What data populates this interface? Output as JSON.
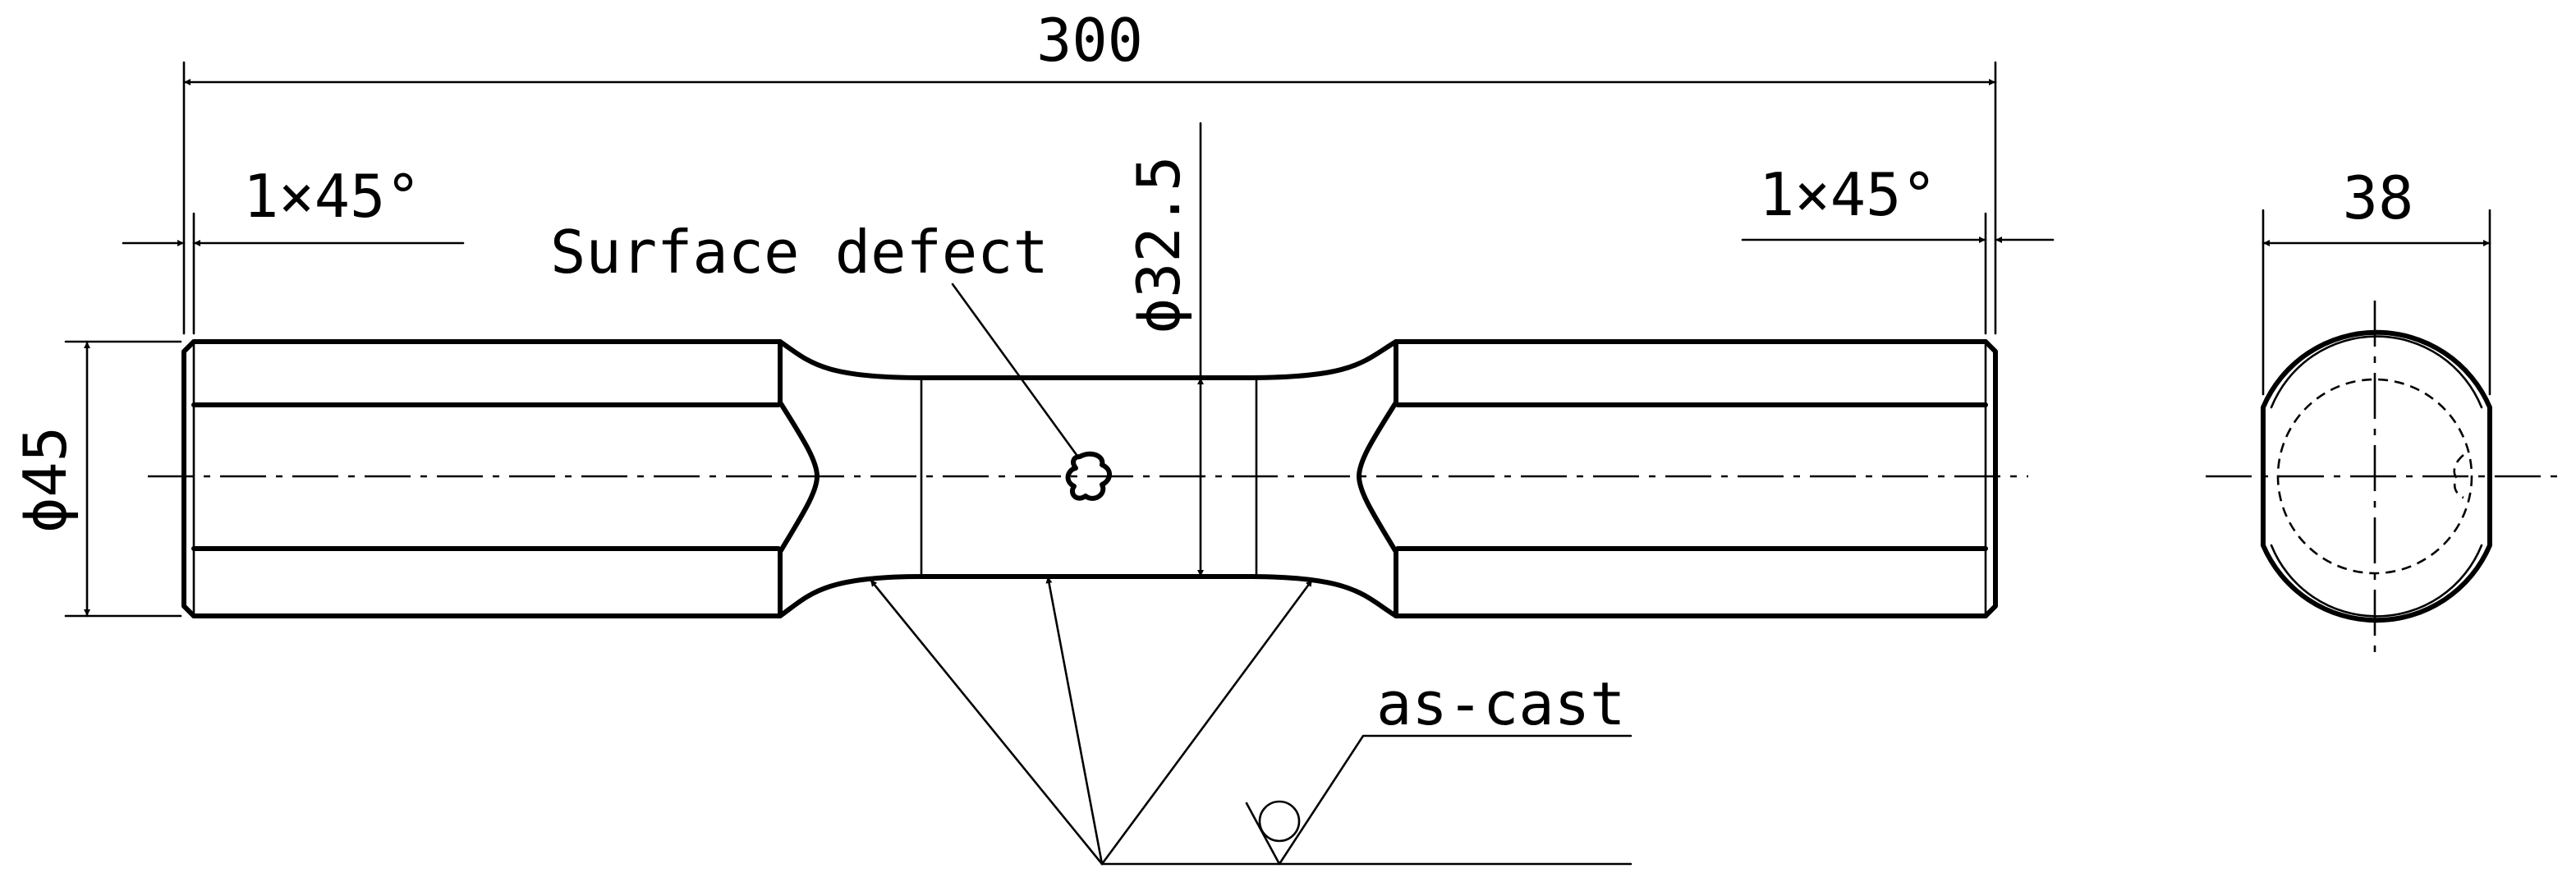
{
  "dimensions": {
    "overall_length": "300",
    "chamfer_left": "1×45°",
    "chamfer_right": "1×45°",
    "neck_diameter": "ϕ32.5",
    "bar_diameter": "ϕ45",
    "end_view_width": "38"
  },
  "annotations": {
    "defect_note": "Surface defect",
    "surface_finish_note": "as-cast"
  }
}
